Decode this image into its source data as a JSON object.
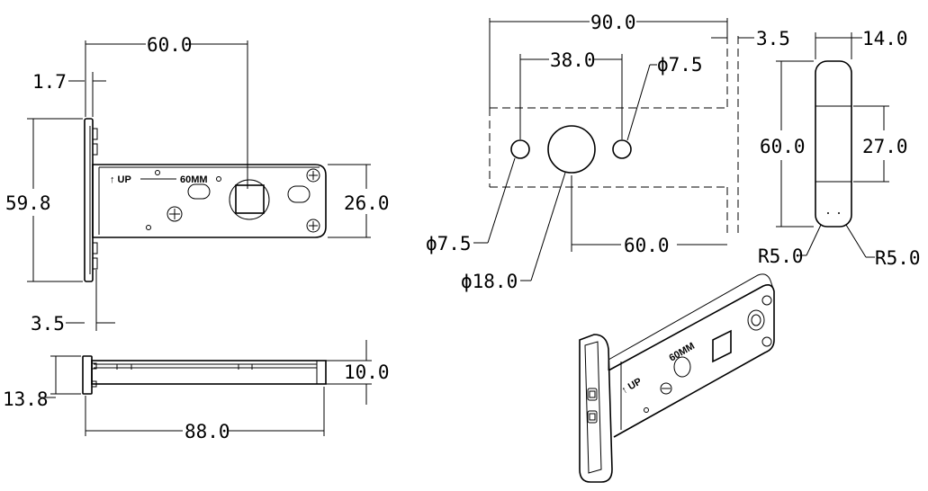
{
  "dimensions": {
    "front_length": "60.0",
    "front_offset_top": "1.7",
    "front_height": "59.8",
    "front_offset_bottom": "3.5",
    "front_body_height": "26.0",
    "side_depth": "13.8",
    "side_thickness": "10.0",
    "side_total_length": "88.0",
    "cutout_width": "90.0",
    "cutout_inset": "3.5",
    "hole_spacing": "38.0",
    "hole_dia_top": "ϕ7.5",
    "hole_dia_left": "ϕ7.5",
    "center_hole_dia": "ϕ18.0",
    "backset": "60.0",
    "plate_width": "14.0",
    "plate_height": "60.0",
    "plate_center": "27.0",
    "radius_left": "R5.0",
    "radius_right": "R5.0"
  },
  "labels": {
    "up_marking": "↑ UP",
    "size_marking": "60MM"
  }
}
